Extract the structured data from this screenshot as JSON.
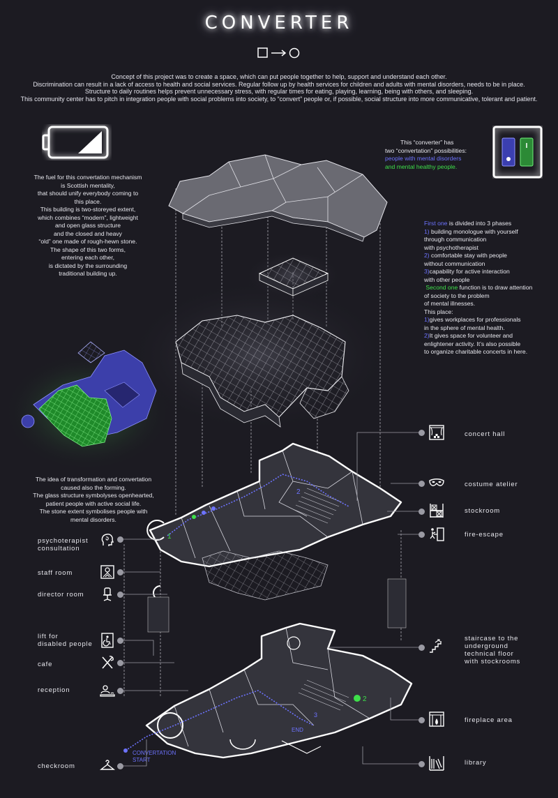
{
  "header": {
    "title": "CONVERTER",
    "concept": [
      "Concept of this project was to create a space, which can put people together to help, support and understand each other.",
      "Discrimination can result in a lack of access to health and social services. Regular follow up by health services for children and adults with mental disorders, needs to be in place.",
      "Structure to daily routines helps prevent unnecessary stress, with regular times for eating, playing, learning, being with others, and sleeping.",
      "This community center has to pitch in integration people with social problems into society,  to “convert” people or, if possible, social structure into more communicative, tolerant and patient."
    ]
  },
  "possibilities": {
    "line1": "This “converter”  has",
    "line2": "two “convertation” possibilities:",
    "blue": "people with mental disorders",
    "green": "and mental healthy people."
  },
  "fuel_text": [
    "The fuel for this convertation mechanism",
    "is Scottish mentality,",
    "that should unify everybody coming to",
    "this place.",
    "This building is two-storeyed extent,",
    "which combines “modern”, lightweight",
    "and open glass structure",
    "and the closed and heavy",
    "“old” one made of rough-hewn stone.",
    "The shape of this two forms,",
    "entering each other,",
    "is dictated by the surrounding",
    "traditional building up."
  ],
  "phases": {
    "first_hl": "First one",
    "first_rest": " is divided into 3 phases",
    "p1_num": "1)",
    "p1_a": " building monologue with yourself",
    "p1_b": "through communication",
    "p1_c": "with psychotherapist",
    "p2_num": "2)",
    "p2_a": " comfortable stay with people",
    "p2_b": "without communication",
    "p3_num": "3)",
    "p3_a": "capability for active  interaction",
    "p3_b": "with other people",
    "second_hl": "Second one",
    "second_rest": " function is to draw attention",
    "s_b": "of society to the problem",
    "s_c": "of mental illnesses.",
    "place": "This place:",
    "q1_num": "1)",
    "q1_a": "gives workplaces for professionals",
    "q1_b": "in the sphere of mental health.",
    "q2_num": "2)",
    "q2_a": "It gives space for volunteer and",
    "q2_b": "enlightener activity. It’s also possible",
    "q2_c": "to organize charitable concerts in here."
  },
  "idea_text": [
    "The idea of transformation and convertation",
    "caused also the forming.",
    "The glass structure symbolyses openhearted,",
    "patient people with active social life.",
    "The stone extent symbolises people with",
    "mental disorders."
  ],
  "rooms_left": [
    {
      "label": "psychoterapist\nconsultation",
      "icon": "head-icon"
    },
    {
      "label": "staff room",
      "icon": "staff-icon"
    },
    {
      "label": "director room",
      "icon": "chair-icon"
    },
    {
      "label": "lift for\ndisabled people",
      "icon": "lift-icon"
    },
    {
      "label": "cafe",
      "icon": "cutlery-icon"
    },
    {
      "label": "reception",
      "icon": "reception-icon"
    },
    {
      "label": "checkroom",
      "icon": "hanger-icon"
    }
  ],
  "rooms_right": [
    {
      "label": "concert hall",
      "icon": "stage-icon"
    },
    {
      "label": "costume atelier",
      "icon": "mask-icon"
    },
    {
      "label": "stockroom",
      "icon": "shelf-icon"
    },
    {
      "label": "fire-escape",
      "icon": "exit-icon"
    },
    {
      "label": "staircase to the\nunderground\ntechnical floor\nwith stockrooms",
      "icon": "stairs-icon"
    },
    {
      "label": "fireplace area",
      "icon": "fireplace-icon"
    },
    {
      "label": "library",
      "icon": "books-icon"
    }
  ],
  "plan_labels": {
    "start": "CONVERTATION\nSTART",
    "end": "END",
    "n1": "1",
    "n2a": "2",
    "n2b": "2",
    "n3": "3"
  },
  "colors": {
    "background": "#1c1b22",
    "blue": "#6d73ff",
    "green": "#3ee04a",
    "line": "#e8e8ee"
  }
}
